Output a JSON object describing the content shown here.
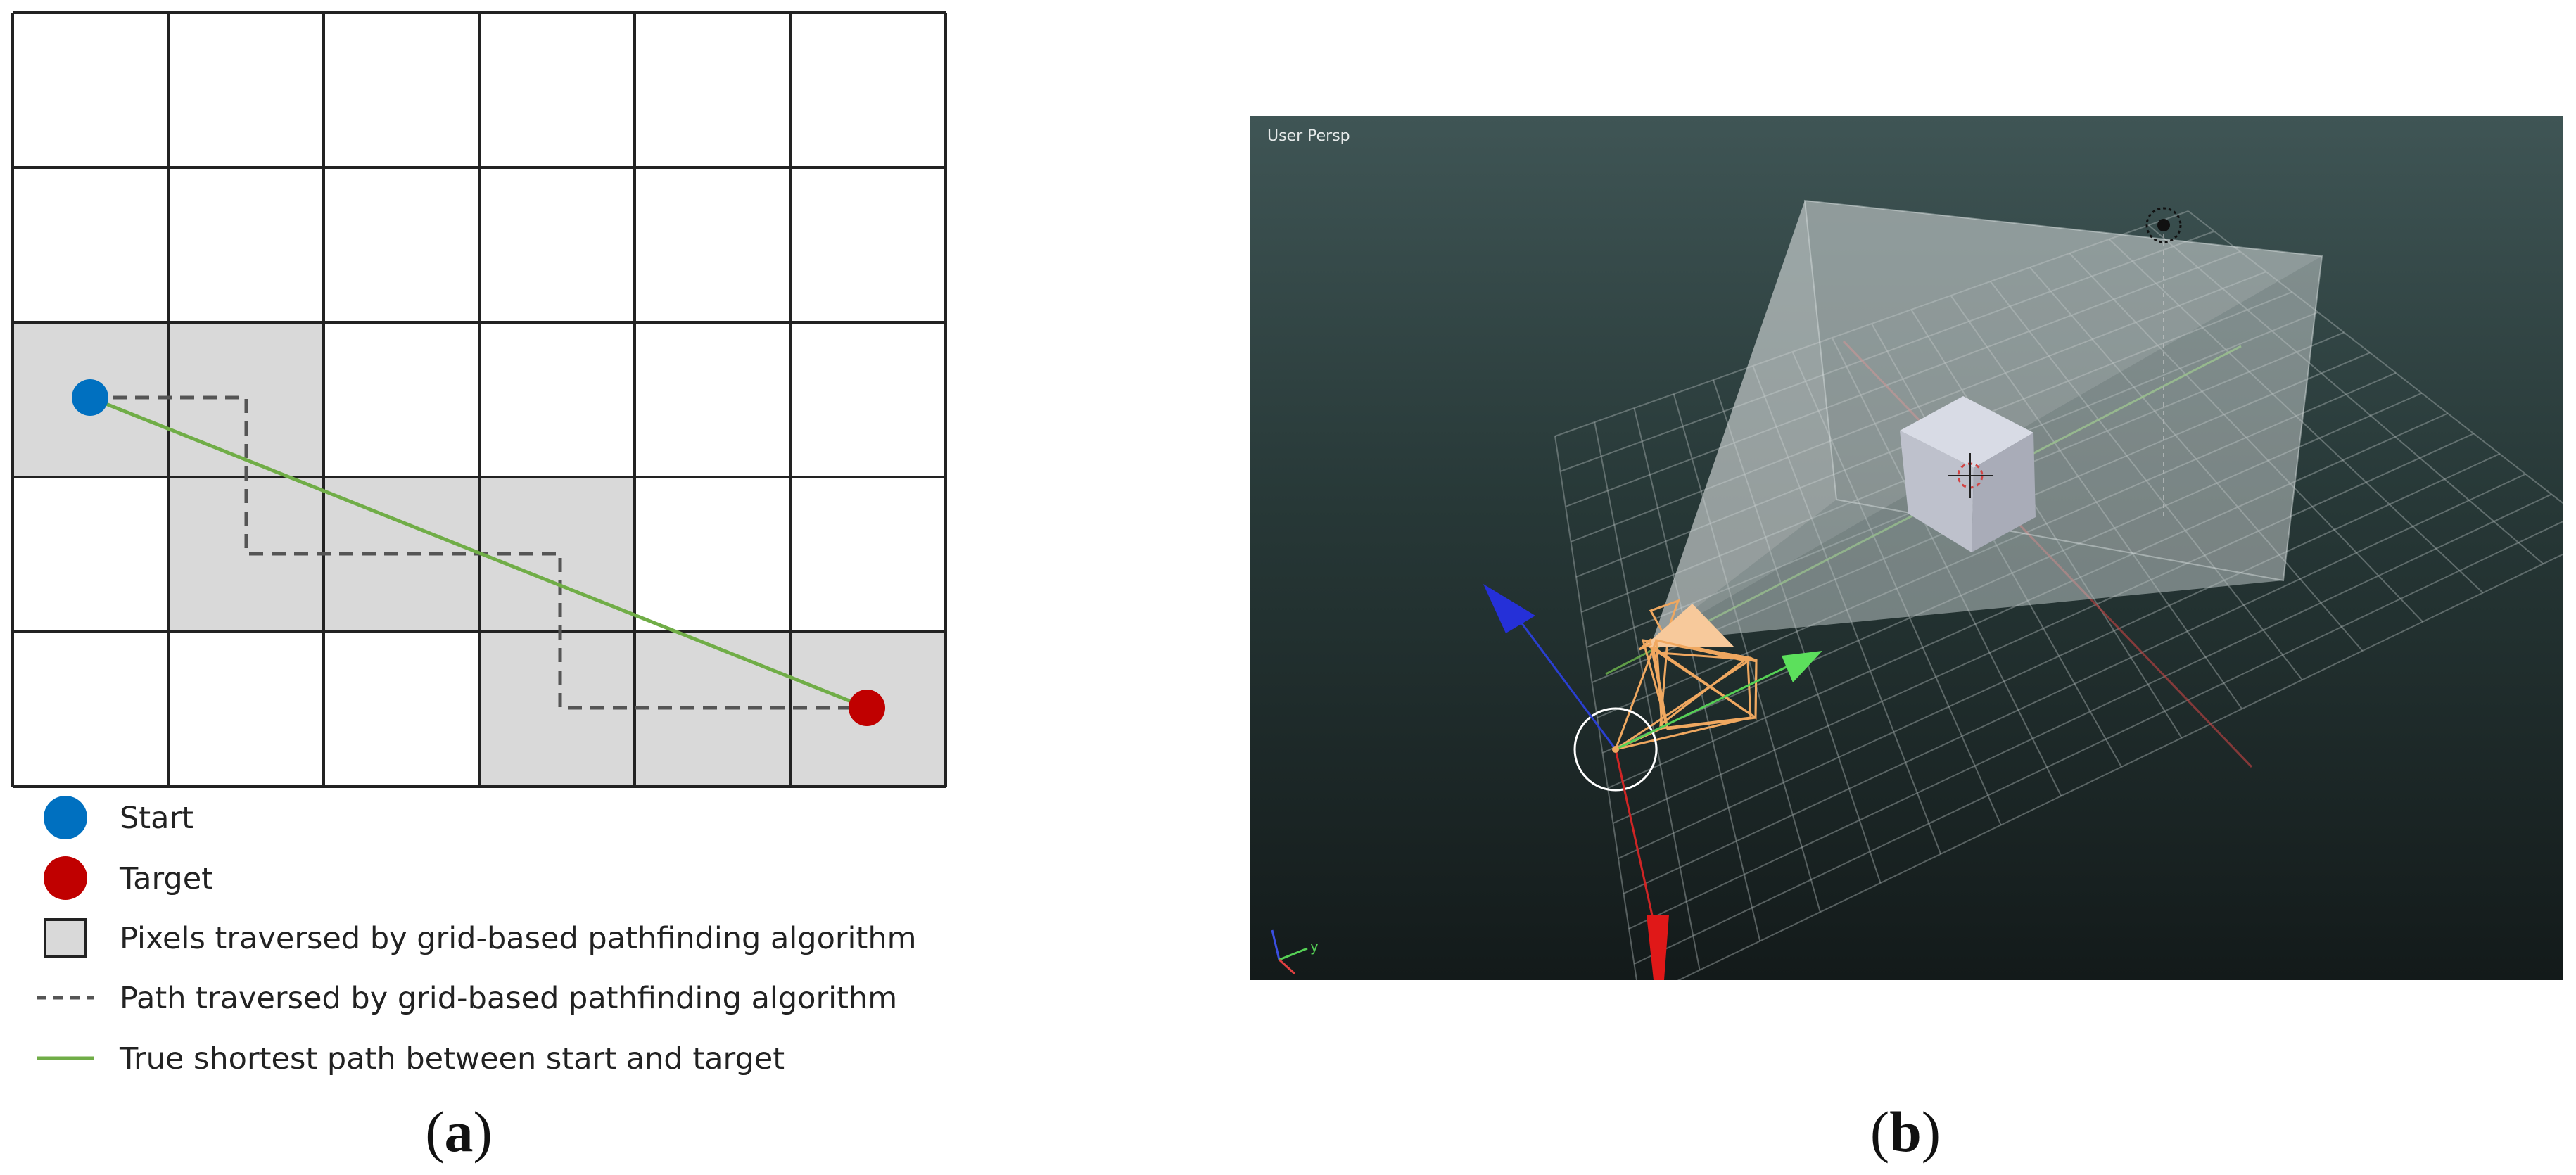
{
  "panel_a": {
    "legend": {
      "start": "Start",
      "target": "Target",
      "pixels": "Pixels traversed by grid-based pathfinding algorithm",
      "path": "Path traversed by grid-based pathfinding algorithm",
      "shortest": "True shortest path between start and target"
    },
    "caption_open": "(",
    "caption_letter": "a",
    "caption_close": ")",
    "colors": {
      "start": "#0070c0",
      "target": "#c00000",
      "traversed": "#d9d9d9",
      "shortest_path": "#70ad47",
      "grid_line": "#222222"
    }
  },
  "panel_b": {
    "viewport_label": "User Persp",
    "axis_y_label": "y",
    "caption_open": "(",
    "caption_letter": "b",
    "caption_close": ")",
    "icons": [
      "camera-frustum-icon",
      "cube-icon",
      "light-icon",
      "move-gizmo-icon",
      "axis-indicator-icon",
      "3d-cursor-icon"
    ]
  }
}
